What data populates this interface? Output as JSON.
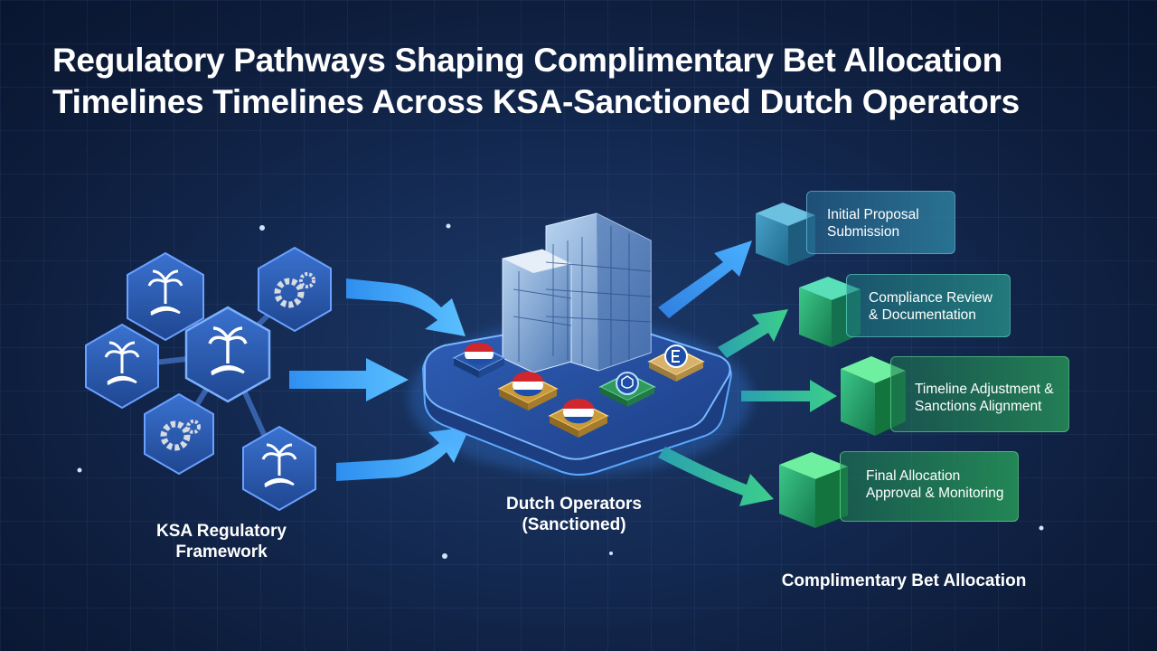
{
  "title": {
    "line1": "Regulatory Pathways Shaping Complimentary Bet Allocation",
    "line2": "Timelines Timelines Across KSA-Sanctioned Dutch Operators"
  },
  "ksa": {
    "label_line1": "KSA Regulatory",
    "label_line2": "Framework",
    "icons": [
      "palm-swords-icon",
      "gear-icon",
      "palm-swords-icon",
      "palm-swords-icon",
      "gear-icon",
      "palm-swords-icon"
    ]
  },
  "operators": {
    "label_line1": "Dutch Operators",
    "label_line2": "(Sanctioned)",
    "tiles": [
      "dutch-flag-icon",
      "dutch-flag-icon",
      "dutch-flag-icon",
      "globe-shield-icon",
      "e-logo-icon"
    ]
  },
  "allocation": {
    "label": "Complimentary Bet Allocation",
    "stages": [
      {
        "line1": "Initial Proposal",
        "line2": "Submission"
      },
      {
        "line1": "Compliance Review",
        "line2": "& Documentation"
      },
      {
        "line1": "Timeline Adjustment &",
        "line2": "Sanctions Alignment"
      },
      {
        "line1": "Final Allocation",
        "line2": "Approval & Monitoring"
      }
    ]
  },
  "colors": {
    "hexagon": "#2b5bb0",
    "arrow_in": "#3da3f5",
    "arrow_out_start": "#3aa0e8",
    "arrow_out_end": "#3cc07a",
    "flag_red": "#d0262e",
    "flag_blue": "#1e4fa8"
  }
}
